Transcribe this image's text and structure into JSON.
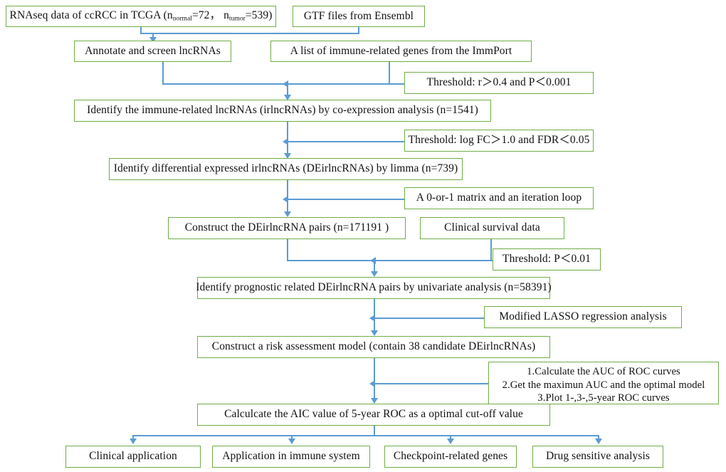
{
  "diagram": {
    "title": "ccRCC immune-related lncRNA prognostic model workflow",
    "colors": {
      "box_border": "#70AD47",
      "connector": "#5B9BD5",
      "background": "#FFFFFF",
      "text": "#111111"
    },
    "nodes": {
      "rnaseq_data": {
        "label_prefix": "RNAseq data of ccRCC in TCGA (n",
        "sub_normal": "normal",
        "label_mid": "=72，   n",
        "sub_tumor": "tumor",
        "label_suffix": "=539)"
      },
      "gtf_files": "GTF files from Ensembl",
      "annotate_screen": "Annotate and screen lncRNAs",
      "immport_list": "A list of immune-related genes from the ImmPort",
      "threshold_r": "Threshold: r＞0.4 and P＜0.001",
      "identify_irlncrnas": "Identify the immune-related lncRNAs (irlncRNAs) by co-expression analysis (n=1541)",
      "threshold_logfc": "Threshold: log FC＞1.0 and FDR＜0.05",
      "identify_deirlncrnas": "Identify differential expressed irlncRNAs (DEirlncRNAs) by limma (n=739)",
      "matrix_loop": "A 0-or-1 matrix and an iteration loop",
      "construct_pairs": "Construct the DEirlncRNA pairs (n=171191 )",
      "clinical_survival": "Clinical survival data",
      "threshold_p": "Threshold: P＜0.01",
      "identify_prognostic": "Identify prognostic related DEirlncRNA pairs by univariate analysis (n=58391)",
      "lasso": "Modified LASSO regression analysis",
      "risk_model": "Construct a risk assessment model (contain 38 candidate DEirlncRNAs)",
      "roc_steps": {
        "line1": "1.Calculate the AUC of ROC curves",
        "line2": "2.Get the maximun AUC and the optimal model",
        "line3": "3.Plot 1-,3-,5-year ROC curves"
      },
      "aic_value": "Calculcate the AIC value of 5-year ROC as a optimal cut-off value",
      "out_clinical": "Clinical application",
      "out_immune": "Application in immune system",
      "out_checkpoint": "Checkpoint-related genes",
      "out_drug": "Drug sensitive analysis"
    }
  }
}
